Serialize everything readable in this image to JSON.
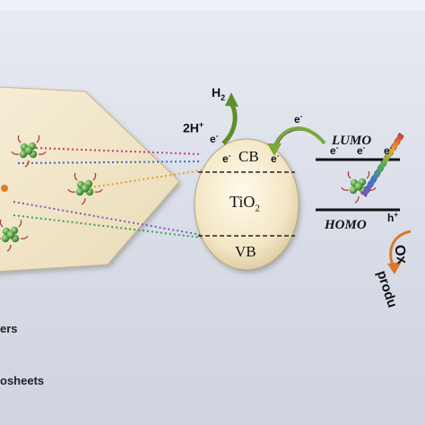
{
  "labels": {
    "h2_main": "H",
    "h2_sub": "2",
    "twoH_main": "2H",
    "twoH_sup": "+",
    "e_main": "e",
    "e_sup": "-",
    "cb": "CB",
    "tio2_main": "TiO",
    "tio2_sub": "2",
    "vb": "VB",
    "lumo": "LUMO",
    "homo": "HOMO",
    "h_main": "h",
    "h_sup": "+",
    "ox_text": "Ox",
    "products_text": "produ",
    "left_lower_1": "ers",
    "left_lower_2": "osheets"
  },
  "colors": {
    "sheet": "#f4ebd2",
    "sphere": "#f8f0d6",
    "cluster": "#5aa34a",
    "arrow_green": "#7aa83a",
    "arrow_orange": "#d9792a"
  }
}
